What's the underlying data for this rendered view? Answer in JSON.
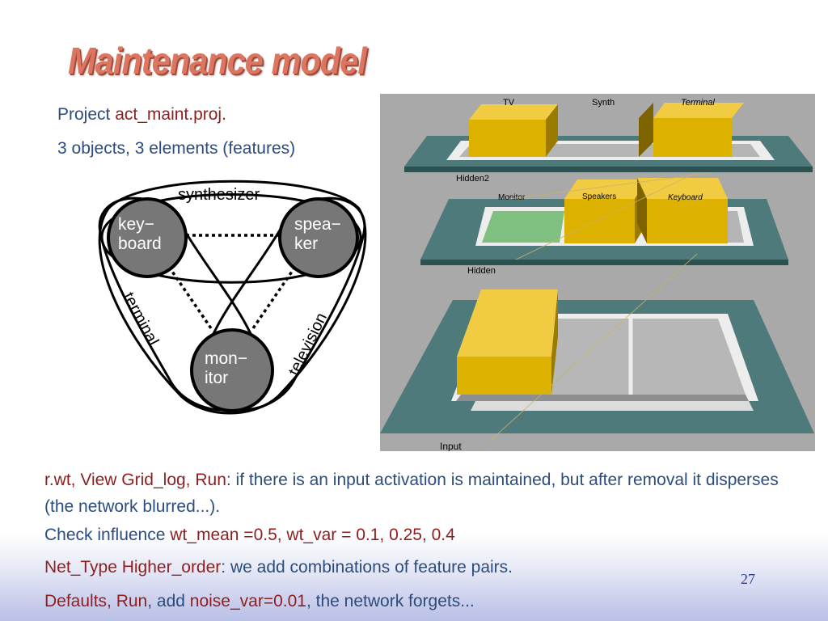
{
  "slide": {
    "title": "Maintenance model",
    "project_prefix": "Project ",
    "project_name": "act_maint.proj.",
    "objects_line": "3 objects, 3 elements (features)",
    "page_number": "27"
  },
  "diagram": {
    "nodes": {
      "keyboard": [
        "key−",
        "board"
      ],
      "speaker": [
        "spea−",
        "ker"
      ],
      "monitor": [
        "mon−",
        "itor"
      ]
    },
    "groups": {
      "synthesizer": "synthesizer",
      "terminal": "terminal",
      "television": "television"
    }
  },
  "simulation": {
    "layer_labels": {
      "hidden2": "Hidden2",
      "hidden": "Hidden",
      "input": "Input"
    },
    "top_units": [
      "TV",
      "Synth",
      "Terminal"
    ],
    "middle_units": [
      "Monitor",
      "Speakers",
      "Keyboard"
    ]
  },
  "text": {
    "p1_red": "r.wt, View Grid_log, Run",
    "p1_rest": ": if there is an input activation is maintained, but after removal it disperses (the network blurred...).",
    "p2_blue": "Check influence ",
    "p2_red": "wt_mean =0.5, wt_var = 0.1, 0.25, 0.4",
    "p3_red": "Net_Type Higher_order",
    "p3_rest": ": we add combinations of feature pairs.",
    "p4_red1": "Defaults, Run",
    "p4_blue1": ", add ",
    "p4_red2": "noise_var=0.01",
    "p4_blue2": ", the network forgets..."
  },
  "colors": {
    "title": "#dc7660",
    "body_text": "#2b4c7e",
    "highlight_text": "#8f1e1e",
    "layer_frame": "#4a7476",
    "unit_yellow": "#e6b800",
    "unit_green": "#7fbf7f"
  }
}
